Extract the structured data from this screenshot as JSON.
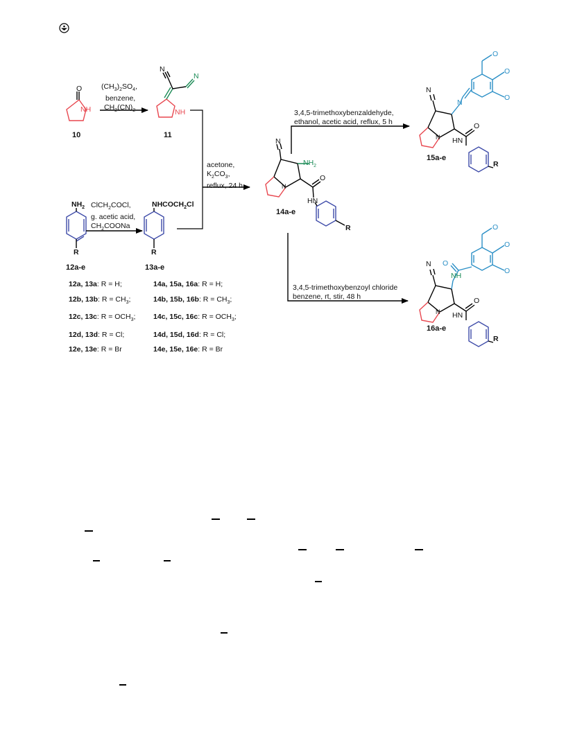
{
  "page": {
    "logo_icon": "journal-logo-icon"
  },
  "colors": {
    "ring_red": "#e8474f",
    "ring_blue": "#3d4aa8",
    "green": "#1a8a55",
    "teal": "#2a8fc6",
    "black": "#000000"
  },
  "atoms": {
    "o": "O",
    "nh": "NH",
    "n": "N",
    "r": "R",
    "hn": "HN",
    "nh2_prefix": "NH",
    "nh2_sub": "2",
    "nh2_main": "NH",
    "nh2_main_sub": "2",
    "amide_nhcoch2cl": "NHCOCH",
    "amide_sub": "2",
    "amide_cl": "Cl",
    "ring_n": "N"
  },
  "compounds": {
    "c10": "10",
    "c11": "11",
    "c12": "12a-e",
    "c13": "13a-e",
    "c14": "14a-e",
    "c15": "15a-e",
    "c16": "16a-e"
  },
  "conditions": {
    "step1": {
      "l1a": "(CH",
      "l1b": "3",
      "l1c": ")",
      "l1d": "2",
      "l1e": "SO",
      "l1f": "4",
      "l1g": ",",
      "l2": "benzene,",
      "l3a": "CH",
      "l3b": "2",
      "l3c": "(CN)",
      "l3d": "2"
    },
    "step2": {
      "l1": "ClCH",
      "l1s": "2",
      "l1b": "COCl,",
      "l2": "g. acetic acid,",
      "l3a": "CH",
      "l3b": "2",
      "l3c": "COONa"
    },
    "step3": {
      "l1": "acetone,",
      "l2a": "K",
      "l2b": "2",
      "l2c": "CO",
      "l2d": "3",
      "l2e": ",",
      "l3": "reflux, 24 h"
    },
    "step4": {
      "l1": "3,4,5-trimethoxybenzaldehyde,",
      "l2": "ethanol, acetic acid, reflux, 5 h"
    },
    "step5": {
      "l1": "3,4,5-trimethoxybenzoyl chloride",
      "l2": "benzene, rt, stir, 48 h"
    }
  },
  "substituents_left": [
    {
      "ids": "12a, 13a",
      "sep": ": R = ",
      "val": "H;",
      "sub": ""
    },
    {
      "ids": "12b, 13b",
      "sep": ": R = ",
      "val": "CH",
      "sub": "3",
      "tail": ";"
    },
    {
      "ids": "12c, 13c",
      "sep": ": R = ",
      "val": "OCH",
      "sub": "3",
      "tail": ";"
    },
    {
      "ids": "12d, 13d",
      "sep": ": R = ",
      "val": "Cl;",
      "sub": ""
    },
    {
      "ids": "12e, 13e",
      "sep": ": R = ",
      "val": "Br",
      "sub": ""
    }
  ],
  "substituents_right": [
    {
      "ids": "14a, 15a, 16a",
      "sep": ": R = ",
      "val": "H;",
      "sub": ""
    },
    {
      "ids": "14b, 15b, 16b",
      "sep": ": R = ",
      "val": "CH",
      "sub": "3",
      "tail": ";"
    },
    {
      "ids": "14c, 15c, 16c",
      "sep": ": R = ",
      "val": "OCH",
      "sub": "3",
      "tail": ";"
    },
    {
      "ids": "14d, 15d, 16d",
      "sep": ": R = ",
      "val": "Cl;",
      "sub": ""
    },
    {
      "ids": "14e, 15e, 16e",
      "sep": ": R = ",
      "val": "Br",
      "sub": ""
    }
  ]
}
